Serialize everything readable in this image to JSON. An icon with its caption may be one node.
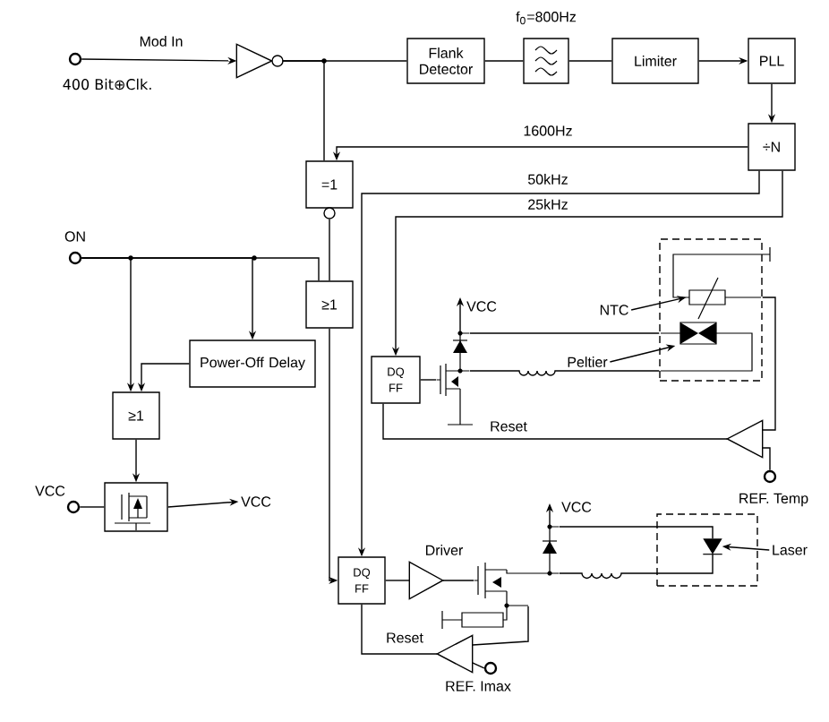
{
  "diagram": {
    "nodes": [
      {
        "text": [],
        "shape": "circle",
        "beside": [
          "400 Bit⊕Clk."
        ]
      },
      {
        "text": [],
        "shape": "triangle"
      },
      {
        "text": [
          "Flank Detector"
        ]
      },
      {
        "text": [],
        "shape": "box",
        "beside": [
          "f$_{0}$=800Hz"
        ]
      },
      {
        "text": [
          "Limiter"
        ]
      },
      {
        "text": [
          "PLL"
        ]
      },
      {
        "text": [
          "÷N"
        ]
      },
      {
        "text": [
          "=1"
        ]
      },
      {
        "text": [
          "≥1"
        ]
      },
      {
        "text": [],
        "shape": "circle",
        "beside": [
          "ON"
        ]
      },
      {
        "text": [
          "Power-Off Delay"
        ]
      },
      {
        "text": [
          "≥1"
        ]
      },
      {
        "text": [],
        "shape": "box"
      },
      {
        "text": [],
        "shape": "circle",
        "beside": [
          "VCC"
        ]
      },
      {
        "text": [
          "VCC"
        ]
      },
      {
        "text": [
          "DQ FF"
        ]
      },
      {
        "text": [
          "DQ FF"
        ]
      },
      {
        "text": [],
        "shape": "triangle",
        "beside": [
          "Driver"
        ]
      },
      {
        "text": [],
        "shape": "box"
      },
      {
        "text": [],
        "shape": "box"
      },
      {
        "text": [],
        "shape": "triangle"
      },
      {
        "text": [],
        "shape": "triangle"
      },
      {
        "text": [
          "NTC"
        ]
      },
      {
        "text": [
          "Peltier"
        ]
      },
      {
        "text": [
          "Laser"
        ]
      },
      {
        "text": [],
        "shape": "circle",
        "beside": [
          "REF. Temp"
        ]
      },
      {
        "text": [],
        "shape": "circle",
        "beside": [
          "REF. Imax"
        ]
      },
      {
        "text": [],
        "shape": "transistor"
      },
      {
        "text": [],
        "shape": "transistor"
      },
      {
        "text": [],
        "shape": "diode",
        "in": 19
      }
    ],
    "edges": [
      {
        "from": 0,
        "to": 1,
        "arrow": "to",
        "label": "Mod In"
      },
      {
        "from": 1,
        "to": 2,
        "arrow": "none"
      },
      {
        "from": 2,
        "to": 3,
        "arrow": "none"
      },
      {
        "from": 3,
        "to": 4,
        "arrow": "none"
      },
      {
        "from": 4,
        "to": 5,
        "arrow": "to"
      },
      {
        "from": 5,
        "to": 6,
        "arrow": "to"
      },
      {
        "from": 6,
        "to": 7,
        "arrow": "to",
        "label": "1600Hz"
      },
      {
        "from": 1,
        "to": 7,
        "arrow": "none"
      },
      {
        "from": 6,
        "to": 16,
        "arrow": "to",
        "label": "50kHz"
      },
      {
        "from": 6,
        "to": 15,
        "arrow": "to",
        "label": "25kHz"
      },
      {
        "from": 7,
        "to": 8,
        "arrow": "none"
      },
      {
        "from": 9,
        "to": 8,
        "arrow": "none"
      },
      {
        "from": 9,
        "to": 10,
        "arrow": "to"
      },
      {
        "from": 9,
        "to": 11,
        "arrow": "to"
      },
      {
        "from": 10,
        "to": 11,
        "arrow": "to"
      },
      {
        "from": 11,
        "to": 12,
        "arrow": "to"
      },
      {
        "from": 13,
        "to": 12,
        "arrow": "none"
      },
      {
        "from": 12,
        "to": 14,
        "arrow": "to"
      },
      {
        "from": 8,
        "to": 16,
        "arrow": "to"
      },
      {
        "from": 20,
        "to": 15,
        "arrow": "none",
        "label": "Reset"
      },
      {
        "from": 18,
        "to": 20,
        "arrow": "none"
      },
      {
        "from": 25,
        "to": 20,
        "arrow": "none"
      },
      {
        "from": 16,
        "to": 17,
        "arrow": "none"
      },
      {
        "from": 21,
        "to": 16,
        "arrow": "none",
        "label": "Reset"
      },
      {
        "from": 26,
        "to": 21,
        "arrow": "none"
      },
      {
        "from": 22,
        "to": 18,
        "arrow": "to"
      },
      {
        "from": 23,
        "to": 18,
        "arrow": "to"
      },
      {
        "from": 24,
        "to": 29,
        "arrow": "to"
      },
      {
        "from": 15,
        "to": 27,
        "arrow": "none"
      },
      {
        "from": 27,
        "to": 18,
        "arrow": "none"
      },
      {
        "from": 27,
        "to": 18,
        "arrow": "none"
      },
      {
        "from": 17,
        "to": 28,
        "arrow": "none"
      },
      {
        "from": 28,
        "to": 29,
        "arrow": "none"
      },
      {
        "from": 28,
        "to": 29,
        "arrow": "none"
      },
      {
        "from": 28,
        "to": 21,
        "arrow": "none"
      }
    ],
    "labels": [
      "VCC",
      "VCC"
    ]
  }
}
